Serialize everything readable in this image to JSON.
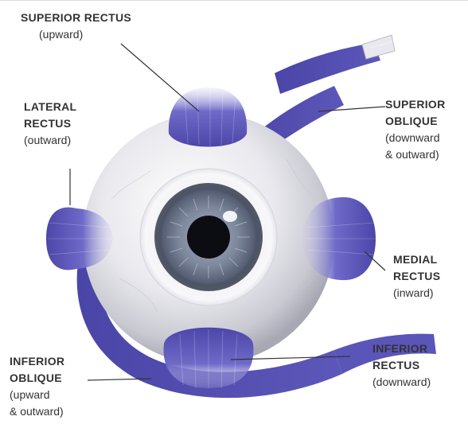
{
  "labels": {
    "superior_rectus": {
      "name": "SUPERIOR RECTUS",
      "desc": "(upward)"
    },
    "lateral_rectus": {
      "name_line1": "LATERAL",
      "name_line2": "RECTUS",
      "desc": "(outward)"
    },
    "superior_oblique": {
      "name_line1": "SUPERIOR",
      "name_line2": "OBLIQUE",
      "desc_line1": "(downward",
      "desc_line2": "& outward)"
    },
    "medial_rectus": {
      "name_line1": "MEDIAL",
      "name_line2": "RECTUS",
      "desc": "(inward)"
    },
    "inferior_oblique": {
      "name_line1": "INFERIOR",
      "name_line2": "OBLIQUE",
      "desc_line1": "(upward",
      "desc_line2": "& outward)"
    },
    "inferior_rectus": {
      "name_line1": "INFERIOR",
      "name_line2": "RECTUS",
      "desc": "(downward)"
    }
  },
  "colors": {
    "muscle": "#5a55b8",
    "muscle_light": "#8c88d6",
    "sclera": "#e6e6ea",
    "iris": "#5b6478",
    "pupil": "#0c0d12",
    "leader_line": "#333333",
    "text": "#333333"
  }
}
